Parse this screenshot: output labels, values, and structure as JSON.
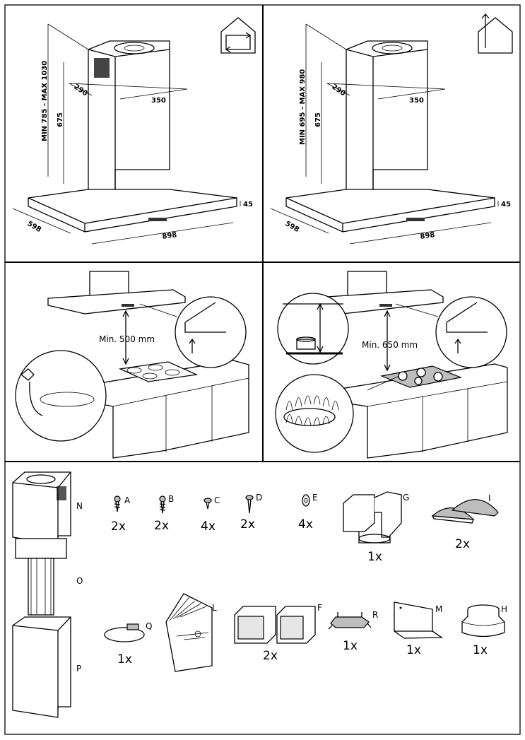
{
  "panel1": {
    "height_range": "MIN 785 - MAX 1030",
    "chimney_depth": "290",
    "chimney_width": "350",
    "lower_height": "675",
    "hood_height": "45",
    "hood_depth": "598",
    "hood_width": "898",
    "mode_icon": "recirculation-house-icon"
  },
  "panel2": {
    "height_range": "MIN 695 - MAX 980",
    "chimney_depth": "290",
    "chimney_width": "350",
    "lower_height": "675",
    "hood_height": "45",
    "hood_depth": "598",
    "hood_width": "898",
    "mode_icon": "extraction-house-icon"
  },
  "panel3": {
    "min_distance": "Min. 500 mm",
    "hob": "electric-hob-icon"
  },
  "panel4": {
    "min_distance": "Min. 650 mm",
    "hob": "gas-hob-icon"
  },
  "parts": {
    "chimney_labels": {
      "n": "N",
      "o": "O",
      "p": "P"
    },
    "row1": [
      {
        "letter": "A",
        "count": "2x",
        "icon": "screw-icon"
      },
      {
        "letter": "B",
        "count": "2x",
        "icon": "screw-icon"
      },
      {
        "letter": "C",
        "count": "4x",
        "icon": "screw-icon"
      },
      {
        "letter": "D",
        "count": "2x",
        "icon": "screw-icon"
      },
      {
        "letter": "E",
        "count": "4x",
        "icon": "washer-icon"
      },
      {
        "letter": "G",
        "count": "1x",
        "icon": "deflector-icon"
      },
      {
        "letter": "I",
        "count": "2x",
        "icon": "half-disc-filter-icon"
      }
    ],
    "row2": [
      {
        "letter": "Q",
        "count": "1x",
        "icon": "hose-clamp-icon"
      },
      {
        "letter": "L",
        "count": "",
        "icon": "manual-booklet-icon"
      },
      {
        "letter": "F",
        "count": "2x",
        "icon": "duct-adapter-icon"
      },
      {
        "letter": "R",
        "count": "1x",
        "icon": "bracket-icon"
      },
      {
        "letter": "M",
        "count": "1x",
        "icon": "wall-plate-icon"
      },
      {
        "letter": "H",
        "count": "1x",
        "icon": "flange-icon"
      }
    ]
  }
}
